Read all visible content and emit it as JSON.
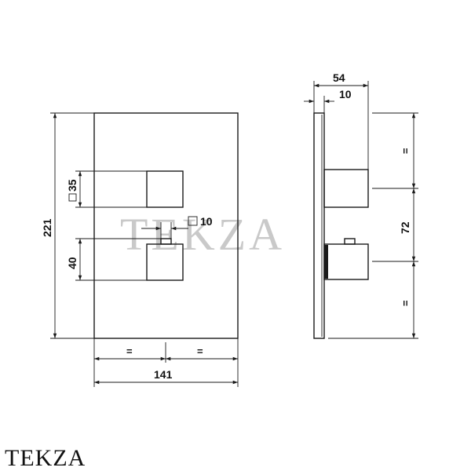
{
  "watermark": "TEKZA",
  "brand": "TEKZA",
  "front_view": {
    "height_label": "221",
    "knob_size_label": "35",
    "knob_gap_label": "40",
    "spindle_label": "10",
    "width_label": "141",
    "half_left_label": "=",
    "half_right_label": "="
  },
  "side_view": {
    "depth_label": "54",
    "plate_label": "10",
    "center_label": "72",
    "upper_equal_label": "=",
    "lower_equal_label": "="
  },
  "colors": {
    "line": "#1a1a1a",
    "watermark": "#c9c9c9"
  }
}
